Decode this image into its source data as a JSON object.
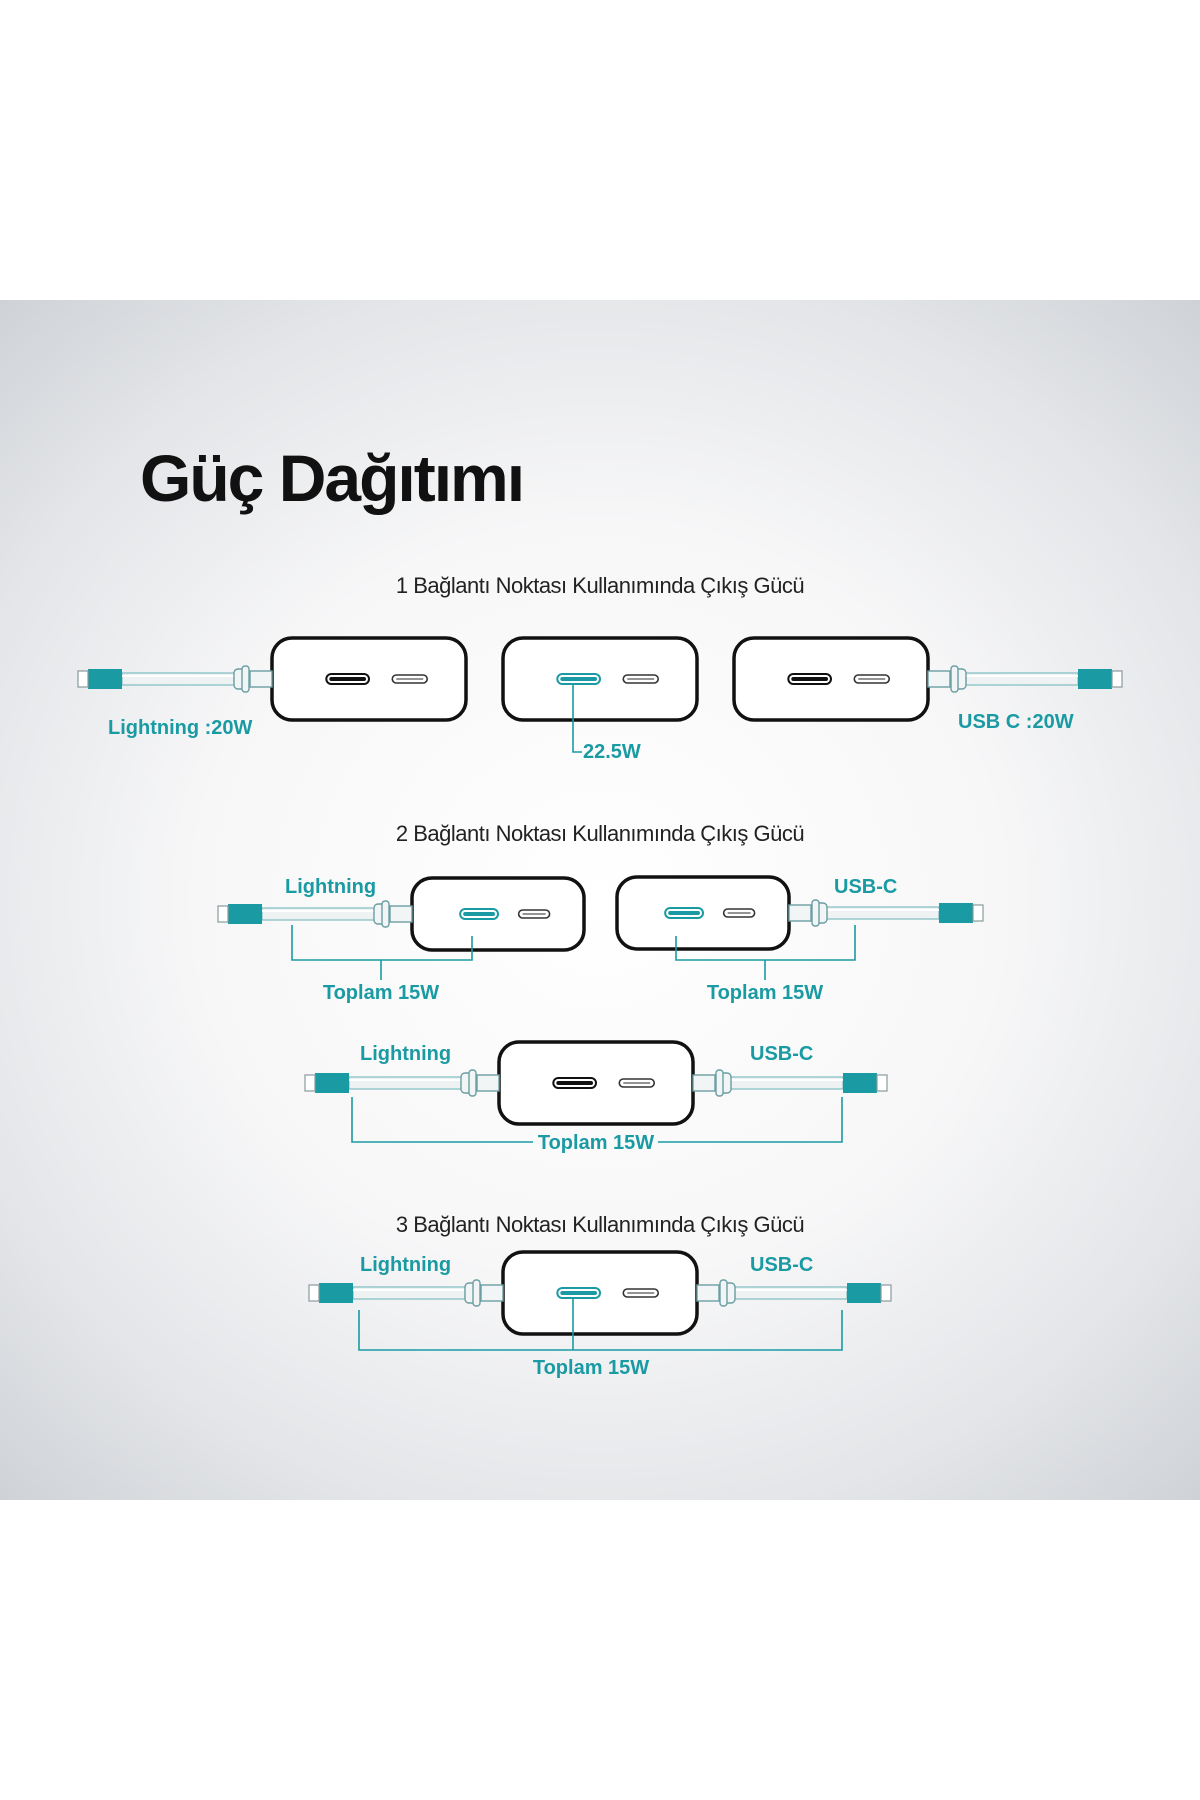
{
  "title": "Güç Dağıtımı",
  "colors": {
    "accent": "#1a9aa3",
    "outline": "#111111",
    "text": "#222222"
  },
  "sections": [
    {
      "heading": "1 Bağlantı Noktası Kullanımında Çıkış Gücü",
      "items": [
        {
          "active_port": "lightning-cable",
          "label": "Lightning :20W"
        },
        {
          "active_port": "usb-c-port",
          "label": "22.5W"
        },
        {
          "active_port": "usb-c-cable",
          "label": "USB C :20W"
        }
      ]
    },
    {
      "heading": "2 Bağlantı Noktası Kullanımında Çıkış Gücü",
      "combos": [
        {
          "labels": [
            "Lightning"
          ],
          "total": "Toplam 15W"
        },
        {
          "labels": [
            "USB-C"
          ],
          "total": "Toplam 15W"
        },
        {
          "labels": [
            "Lightning",
            "USB-C"
          ],
          "total": "Toplam 15W"
        }
      ]
    },
    {
      "heading": "3 Bağlantı Noktası Kullanımında Çıkış Gücü",
      "combos": [
        {
          "labels": [
            "Lightning",
            "USB-C"
          ],
          "total": "Toplam 15W"
        }
      ]
    }
  ]
}
